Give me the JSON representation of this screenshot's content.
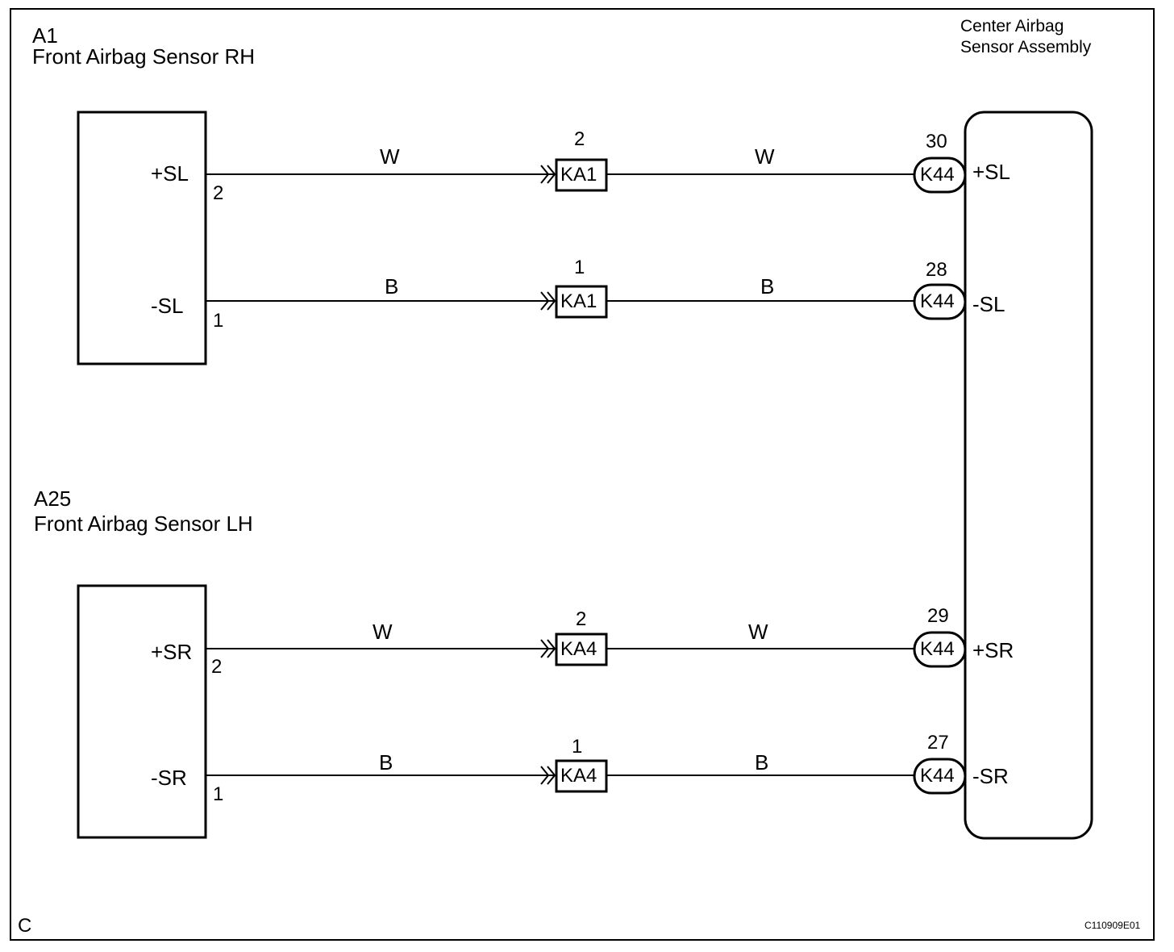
{
  "frame_corner_label": "C",
  "figure_id": "C110909E01",
  "components": {
    "sensor_rh": {
      "code": "A1",
      "name": "Front Airbag Sensor RH",
      "pins": [
        {
          "signal": "+SL",
          "number": "2"
        },
        {
          "signal": "-SL",
          "number": "1"
        }
      ]
    },
    "sensor_lh": {
      "code": "A25",
      "name": "Front Airbag Sensor LH",
      "pins": [
        {
          "signal": "+SR",
          "number": "2"
        },
        {
          "signal": "-SR",
          "number": "1"
        }
      ]
    },
    "center": {
      "name_line1": "Center Airbag",
      "name_line2": "Sensor Assembly",
      "pins": [
        {
          "signal": "+SL",
          "number": "30",
          "connector": "K44"
        },
        {
          "signal": "-SL",
          "number": "28",
          "connector": "K44"
        },
        {
          "signal": "+SR",
          "number": "29",
          "connector": "K44"
        },
        {
          "signal": "-SR",
          "number": "27",
          "connector": "K44"
        }
      ]
    }
  },
  "wires": [
    {
      "color_left": "W",
      "color_right": "W",
      "junction": "KA1",
      "junction_pin": "2"
    },
    {
      "color_left": "B",
      "color_right": "B",
      "junction": "KA1",
      "junction_pin": "1"
    },
    {
      "color_left": "W",
      "color_right": "W",
      "junction": "KA4",
      "junction_pin": "2"
    },
    {
      "color_left": "B",
      "color_right": "B",
      "junction": "KA4",
      "junction_pin": "1"
    }
  ]
}
